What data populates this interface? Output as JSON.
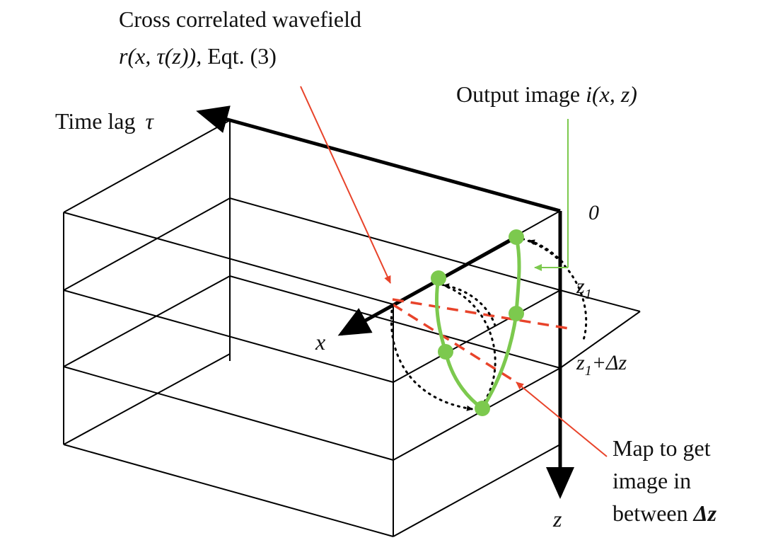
{
  "labels": {
    "wavefield_line1": "Cross correlated wavefield",
    "wavefield_line2_italic": "r(x, τ(z)),",
    "wavefield_line2_rest": " Eqt. (3)",
    "output_prefix": "Output image ",
    "output_italic": "i(x, z)",
    "time_lag_prefix": "Time lag ",
    "time_lag_symbol": "τ",
    "zero": "0",
    "z1_base": "z",
    "z1_sub": "1",
    "z1dz_base": "z",
    "z1dz_sub": "1",
    "z1dz_rest": "+Δz",
    "x_axis": "x",
    "z_axis": "z",
    "map_line1": "Map to get",
    "map_line2": "image in",
    "map_line3_prefix": "between ",
    "map_line3_symbol": "Δz"
  },
  "colors": {
    "box": "#000000",
    "green": "#7cc94e",
    "red": "#e8432a",
    "text": "#111111"
  }
}
